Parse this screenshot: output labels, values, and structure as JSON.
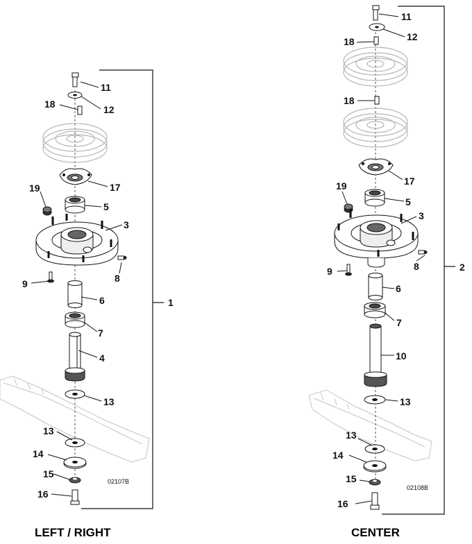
{
  "figure": {
    "left_assembly": {
      "caption": "LEFT / RIGHT",
      "drawing_code": "02107B",
      "assembly_callout": "1",
      "callouts": {
        "c11": "11",
        "c12": "12",
        "c18": "18",
        "c17": "17",
        "c19": "19",
        "c5": "5",
        "c3": "3",
        "c8": "8",
        "c9": "9",
        "c6": "6",
        "c7": "7",
        "c4": "4",
        "c13a": "13",
        "c13b": "13",
        "c14": "14",
        "c15": "15",
        "c16": "16"
      }
    },
    "center_assembly": {
      "caption": "CENTER",
      "drawing_code": "02108B",
      "assembly_callout": "2",
      "callouts": {
        "c11": "11",
        "c12": "12",
        "c18a": "18",
        "c18b": "18",
        "c17": "17",
        "c19": "19",
        "c5": "5",
        "c3": "3",
        "c8": "8",
        "c9": "9",
        "c6": "6",
        "c7": "7",
        "c10": "10",
        "c13a": "13",
        "c13b": "13",
        "c14": "14",
        "c15": "15",
        "c16": "16"
      }
    },
    "colors": {
      "ink": "#111111",
      "ghost": "#b8b8b8",
      "fill": "#ffffff",
      "shade": "#555555"
    }
  }
}
